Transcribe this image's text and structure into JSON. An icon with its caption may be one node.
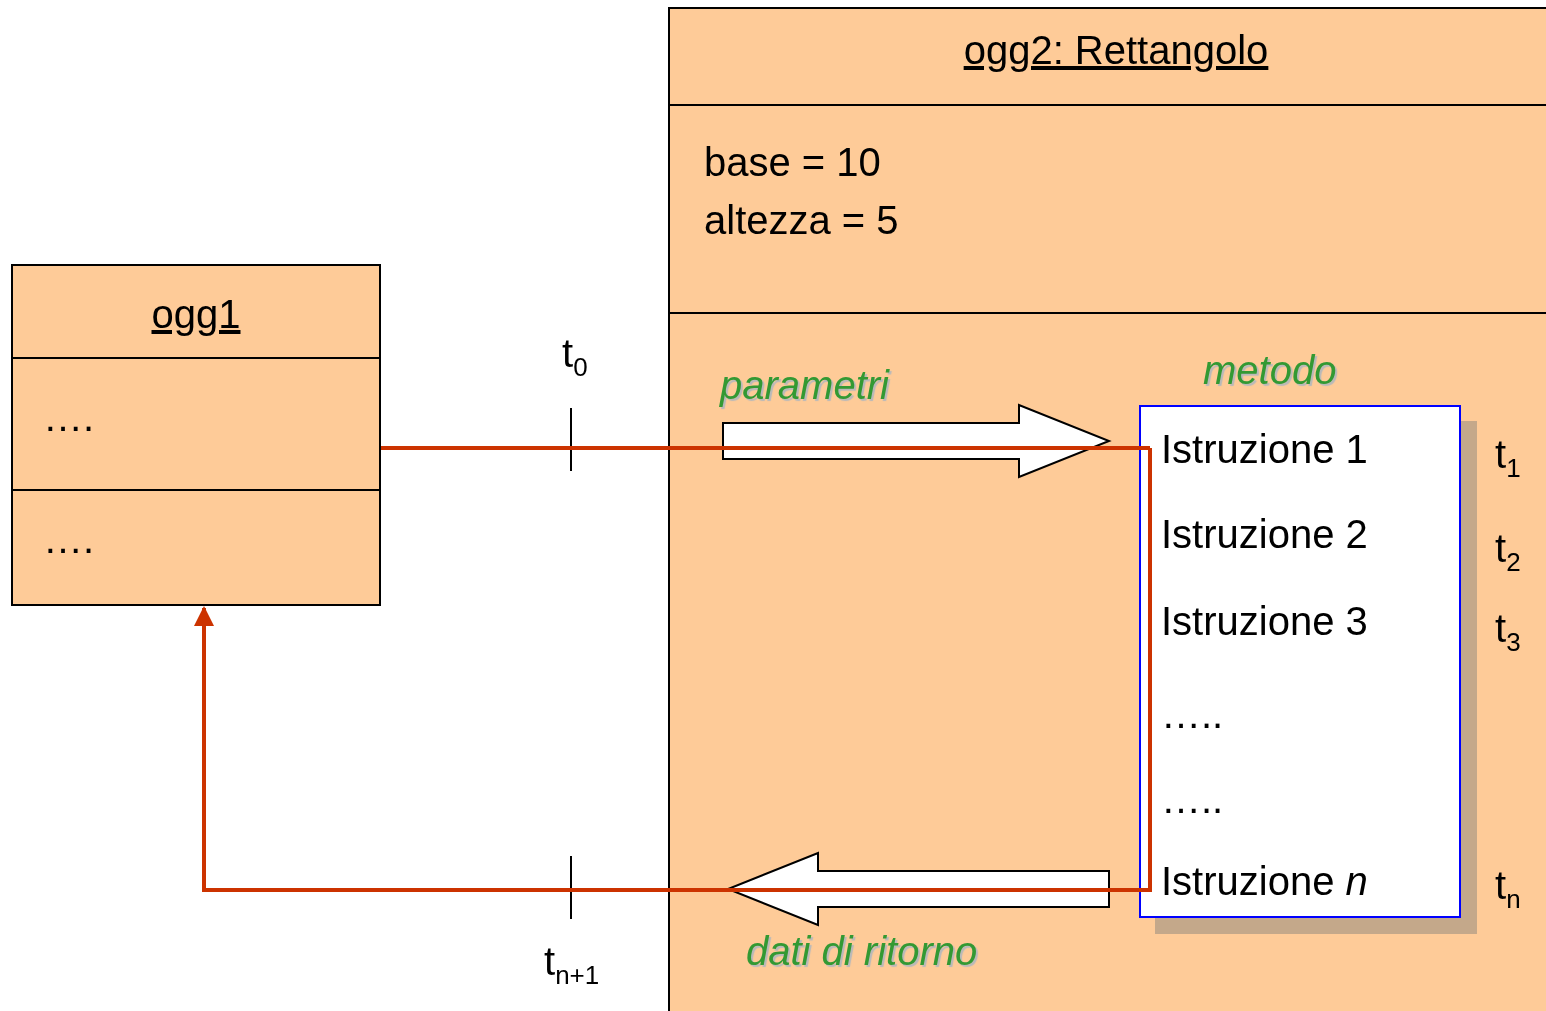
{
  "diagram": {
    "nodes": [
      {
        "text": [
          "ogg1",
          "….",
          "…."
        ]
      },
      {
        "text": [
          "ogg2: Rettangolo",
          "base = 10",
          "altezza = 5"
        ]
      },
      {
        "text": [
          "metodo",
          "Istruzione 1",
          "Istruzione 2",
          "Istruzione 3",
          "…..",
          "…..",
          "Istruzione *n*"
        ],
        "beside": [
          "t$_{1}$",
          "t$_{2}$",
          "t$_{3}$",
          "t$_{n}$"
        ],
        "in": 1
      }
    ],
    "edges": [
      {
        "from": 0,
        "to": 2,
        "arrow": "none",
        "color": "#cc3300"
      },
      {
        "from": 2,
        "to": 0,
        "arrow": "to",
        "color": "#cc3300"
      },
      {
        "from": null,
        "to": 2,
        "arrow": "to",
        "label": "parametri",
        "style": "thick"
      },
      {
        "from": 2,
        "to": null,
        "arrow": "to",
        "label": "dati di ritorno",
        "style": "thick"
      }
    ],
    "labels": [
      "t$_{0}$",
      "t$_{n+1}$"
    ]
  }
}
